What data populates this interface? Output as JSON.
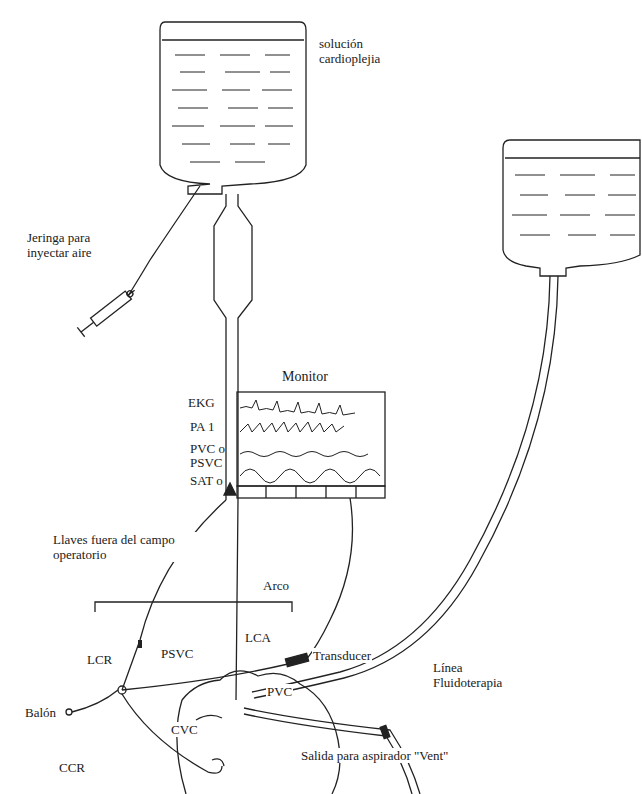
{
  "diagram": {
    "nodes": [
      {
        "text": [
          "Monitor",
          "EKG",
          "PA 1",
          "PVC o PSVC",
          "SAT o"
        ]
      }
    ],
    "labels": [
      "solución cardioplejia",
      "Jeringa para inyectar aire",
      "Llaves fuera del campo operatorio",
      "Arco",
      "LCR",
      "PSVC",
      "LCA",
      "Transducer",
      "PVC",
      "Línea Fluidoterapia",
      "Balón",
      "CVC",
      "CCR",
      "Salida para aspirador \"Vent\""
    ]
  }
}
